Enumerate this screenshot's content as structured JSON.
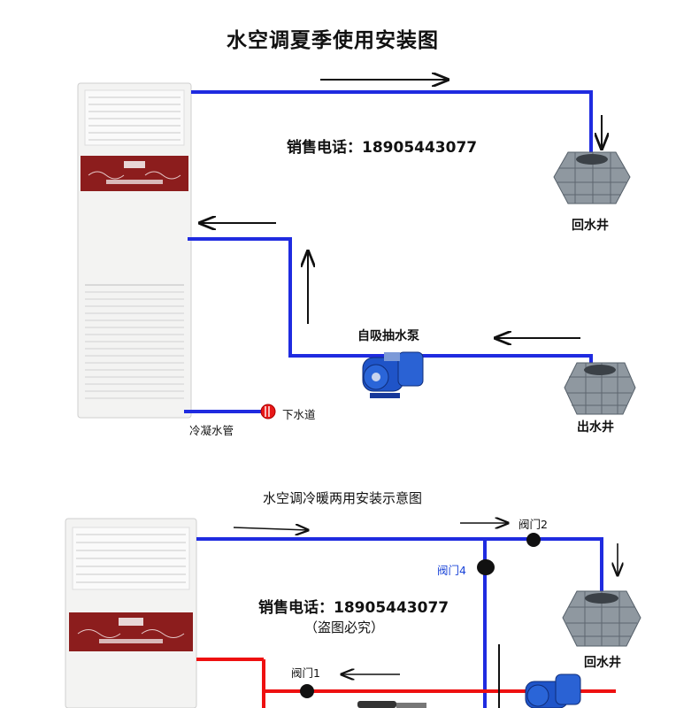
{
  "summer": {
    "title": "水空调夏季使用安装图",
    "phone": "销售电话：18905443077",
    "return_well": "回水井",
    "pump": "自吸抽水泵",
    "outlet_well": "出水井",
    "condensate_pipe": "冷凝水管",
    "sewer": "下水道"
  },
  "dual": {
    "title": "水空调冷暖两用安装示意图",
    "phone": "销售电话：18905443077",
    "notice": "（盗图必究）",
    "valve1": "阀门1",
    "valve2": "阀门2",
    "valve4": "阀门4",
    "return_well": "回水井"
  },
  "colors": {
    "water_pipe": "#1f2be0",
    "hot_pipe": "#ee1010",
    "unit_band": "#8c1d1d"
  }
}
